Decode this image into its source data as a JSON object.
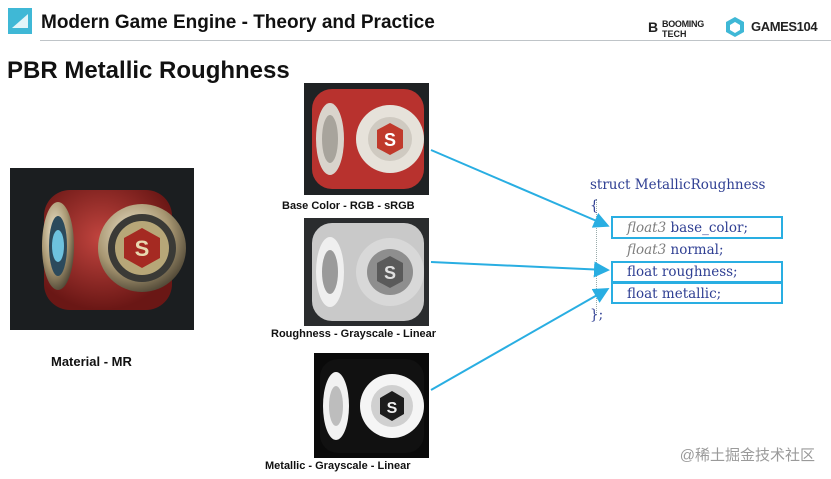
{
  "header": {
    "title": "Modern Game Engine - Theory and Practice",
    "logo_booming_b": "B",
    "logo_booming_line1": "BOOMING",
    "logo_booming_line2": "TECH",
    "logo_games": "GAMES104"
  },
  "slide": {
    "title": "PBR Metallic Roughness"
  },
  "images": {
    "material_caption": "Material - MR",
    "base_color_caption": "Base Color - RGB - sRGB",
    "roughness_caption": "Roughness - Grayscale - Linear",
    "metallic_caption": "Metallic - Grayscale - Linear",
    "emblem_letter": "S"
  },
  "code": {
    "line_struct_keyword": "struct",
    "line_struct_name": "MetallicRoughness",
    "open_brace": "{",
    "field1_type": "float3",
    "field1_name": " base_color;",
    "field2_type": "float3",
    "field2_name": " normal;",
    "field3": "float roughness;",
    "field4": "float metallic;",
    "close_brace": "};"
  },
  "colors": {
    "accent": "#29aee2",
    "code_text": "#2f3f93",
    "code_italic": "#7f7f7f",
    "header_icon": "#3fb8d6"
  },
  "watermark": "@稀土掘金技术社区"
}
